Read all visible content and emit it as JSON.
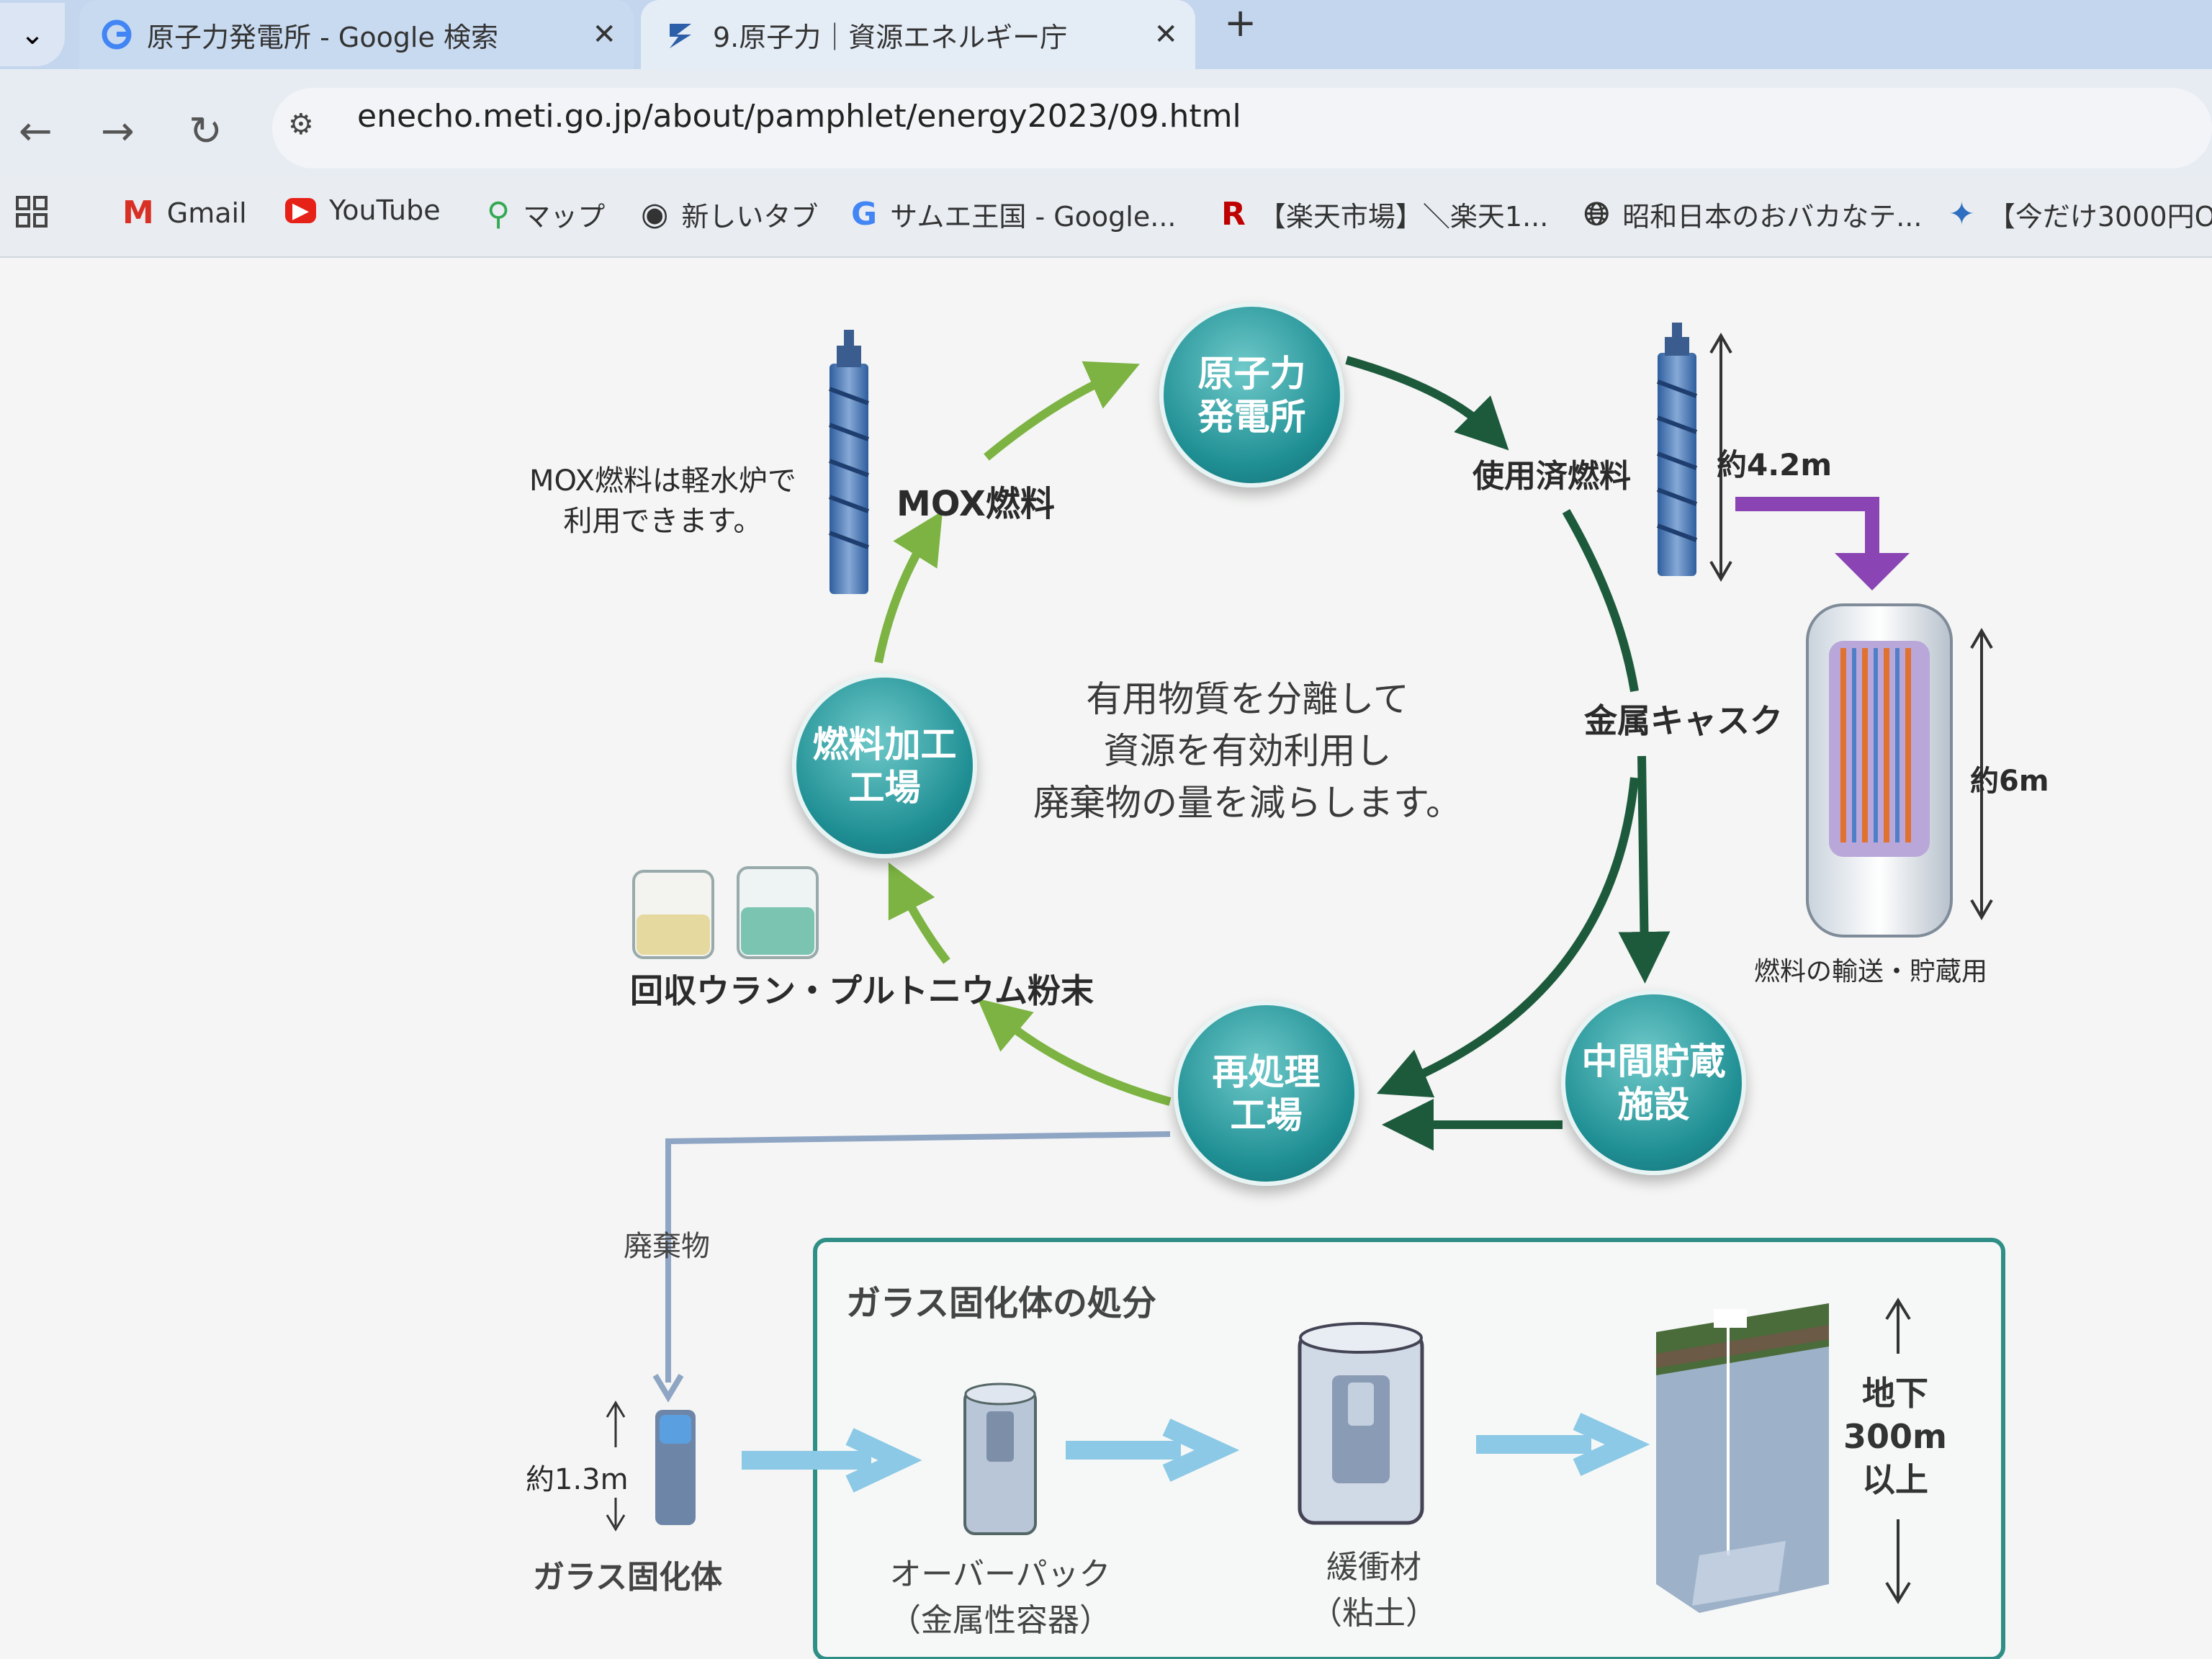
{
  "browser": {
    "tabs": [
      {
        "title": "原子力発電所 - Google 検索",
        "icon": "google-g-icon",
        "close": "✕"
      },
      {
        "title": "9.原子力｜資源エネルギー庁",
        "icon": "enecho-icon",
        "close": "✕"
      }
    ],
    "new_tab": "+",
    "url": "enecho.meti.go.jp/about/pamphlet/energy2023/09.html",
    "bookmarks": [
      {
        "label": "Gmail",
        "icon": "gmail-icon"
      },
      {
        "label": "YouTube",
        "icon": "youtube-icon"
      },
      {
        "label": "マップ",
        "icon": "maps-pin-icon"
      },
      {
        "label": "新しいタブ",
        "icon": "chrome-icon"
      },
      {
        "label": "サムエ王国 - Google...",
        "icon": "google-g-icon"
      },
      {
        "label": "【楽天市場】＼楽天1...",
        "icon": "rakuten-icon"
      },
      {
        "label": "昭和日本のおバカなテ...",
        "icon": "globe-icon"
      },
      {
        "label": "【今だけ3000円OF",
        "icon": "promo-icon"
      }
    ]
  },
  "diagram": {
    "nodes": {
      "npp": [
        "原子力",
        "発電所"
      ],
      "fuel_plant": [
        "燃料加工",
        "工場"
      ],
      "reprocess": [
        "再処理",
        "工場"
      ],
      "interim": [
        "中間貯蔵",
        "施設"
      ]
    },
    "labels": {
      "mox_note": [
        "MOX燃料は軽水炉で",
        "利用できます。"
      ],
      "mox": "MOX燃料",
      "spent": "使用済燃料",
      "height_42": "約4.2m",
      "cask": "金属キャスク",
      "height_6": "約6m",
      "cask_use": "燃料の輸送・貯蔵用",
      "center": [
        "有用物質を分離して",
        "資源を有効利用し",
        "廃棄物の量を減らします。"
      ],
      "powder": "回収ウラン・プルトニウム粉末",
      "waste": "廃棄物",
      "height_13": "約1.3m",
      "glass": "ガラス固化体"
    },
    "disposal": {
      "title": "ガラス固化体の処分",
      "overpack": [
        "オーバーパック",
        "（金属性容器）"
      ],
      "buffer": [
        "緩衝材",
        "（粘土）"
      ],
      "depth": [
        "地下",
        "300m",
        "以上"
      ]
    },
    "colors": {
      "teal": "#1f8f94",
      "green_arrow": "#1d5a3c",
      "light_green": "#7cb342",
      "purple": "#8a44b4",
      "blue_arrow": "#8cc9e6"
    }
  }
}
